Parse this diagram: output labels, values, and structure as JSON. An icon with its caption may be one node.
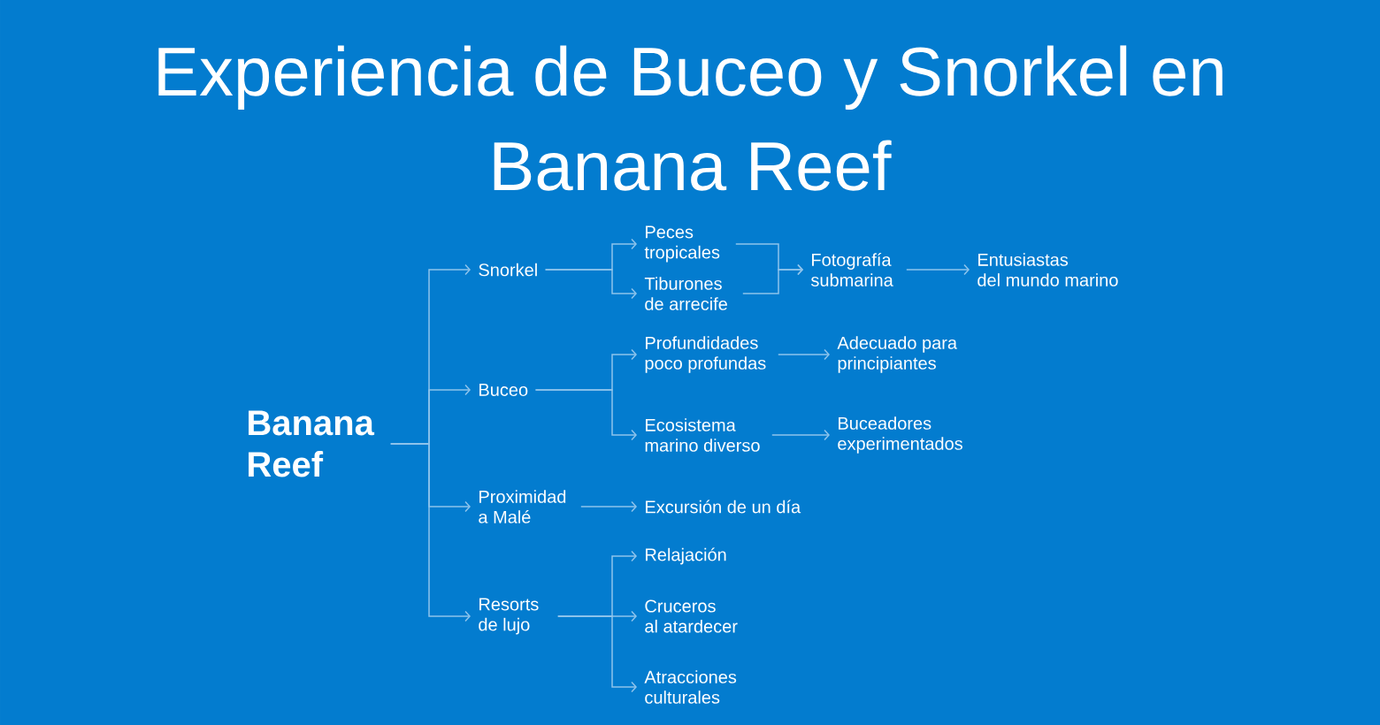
{
  "diagram": {
    "title": "Experiencia de Buceo y Snorkel en Banana Reef",
    "nodes": [
      {
        "text": [
          "Banana Reef"
        ]
      },
      {
        "text": [
          "Snorkel"
        ]
      },
      {
        "text": [
          "Peces tropicales"
        ]
      },
      {
        "text": [
          "Tiburones de arrecife"
        ]
      },
      {
        "text": [
          "Fotografía submarina"
        ]
      },
      {
        "text": [
          "Entusiastas del mundo marino"
        ]
      },
      {
        "text": [
          "Buceo"
        ]
      },
      {
        "text": [
          "Profundidades poco profundas"
        ]
      },
      {
        "text": [
          "Adecuado para principiantes"
        ]
      },
      {
        "text": [
          "Ecosistema marino diverso"
        ]
      },
      {
        "text": [
          "Buceadores experimentados"
        ]
      },
      {
        "text": [
          "Proximidad a Malé"
        ]
      },
      {
        "text": [
          "Excursión de un día"
        ]
      },
      {
        "text": [
          "Resorts de lujo"
        ]
      },
      {
        "text": [
          "Relajación"
        ]
      },
      {
        "text": [
          "Cruceros al atardecer"
        ]
      },
      {
        "text": [
          "Atracciones culturales"
        ]
      }
    ],
    "edges": [
      {
        "from": 0,
        "to": 1,
        "arrow": "to"
      },
      {
        "from": 0,
        "to": 6,
        "arrow": "to"
      },
      {
        "from": 0,
        "to": 11,
        "arrow": "to"
      },
      {
        "from": 0,
        "to": 13,
        "arrow": "to"
      },
      {
        "from": 1,
        "to": 2,
        "arrow": "to"
      },
      {
        "from": 1,
        "to": 3,
        "arrow": "to"
      },
      {
        "from": 2,
        "to": 4,
        "arrow": "to"
      },
      {
        "from": 3,
        "to": 4,
        "arrow": "to"
      },
      {
        "from": 4,
        "to": 5,
        "arrow": "to"
      },
      {
        "from": 6,
        "to": 7,
        "arrow": "to"
      },
      {
        "from": 6,
        "to": 9,
        "arrow": "to"
      },
      {
        "from": 7,
        "to": 8,
        "arrow": "to"
      },
      {
        "from": 9,
        "to": 10,
        "arrow": "to"
      },
      {
        "from": 11,
        "to": 12,
        "arrow": "to"
      },
      {
        "from": 13,
        "to": 14,
        "arrow": "to"
      },
      {
        "from": 13,
        "to": 15,
        "arrow": "to"
      },
      {
        "from": 13,
        "to": 16,
        "arrow": "to"
      }
    ]
  }
}
